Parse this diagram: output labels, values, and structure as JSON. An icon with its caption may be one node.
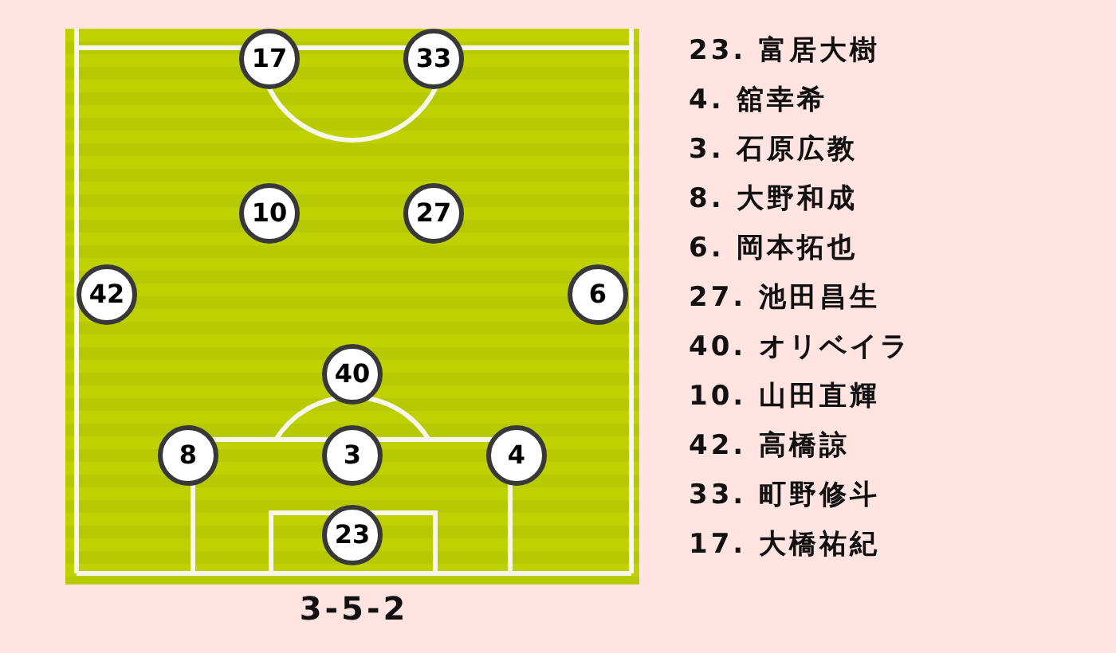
{
  "diagram": {
    "caption": "3-5-2",
    "nodes": [
      {
        "text": [
          "17"
        ]
      },
      {
        "text": [
          "33"
        ]
      },
      {
        "text": [
          "10"
        ]
      },
      {
        "text": [
          "27"
        ]
      },
      {
        "text": [
          "42"
        ]
      },
      {
        "text": [
          "6"
        ]
      },
      {
        "text": [
          "40"
        ]
      },
      {
        "text": [
          "8"
        ]
      },
      {
        "text": [
          "3"
        ]
      },
      {
        "text": [
          "4"
        ]
      },
      {
        "text": [
          "23"
        ]
      }
    ],
    "labels": [
      "23. 富居大樹",
      "4. 舘幸希",
      "3. 石原広教",
      "8. 大野和成",
      "6. 岡本拓也",
      "27. 池田昌生",
      "40. オリベイラ",
      "10. 山田直輝",
      "42. 高橋諒",
      "33. 町野修斗",
      "17. 大橋祐紀"
    ]
  }
}
